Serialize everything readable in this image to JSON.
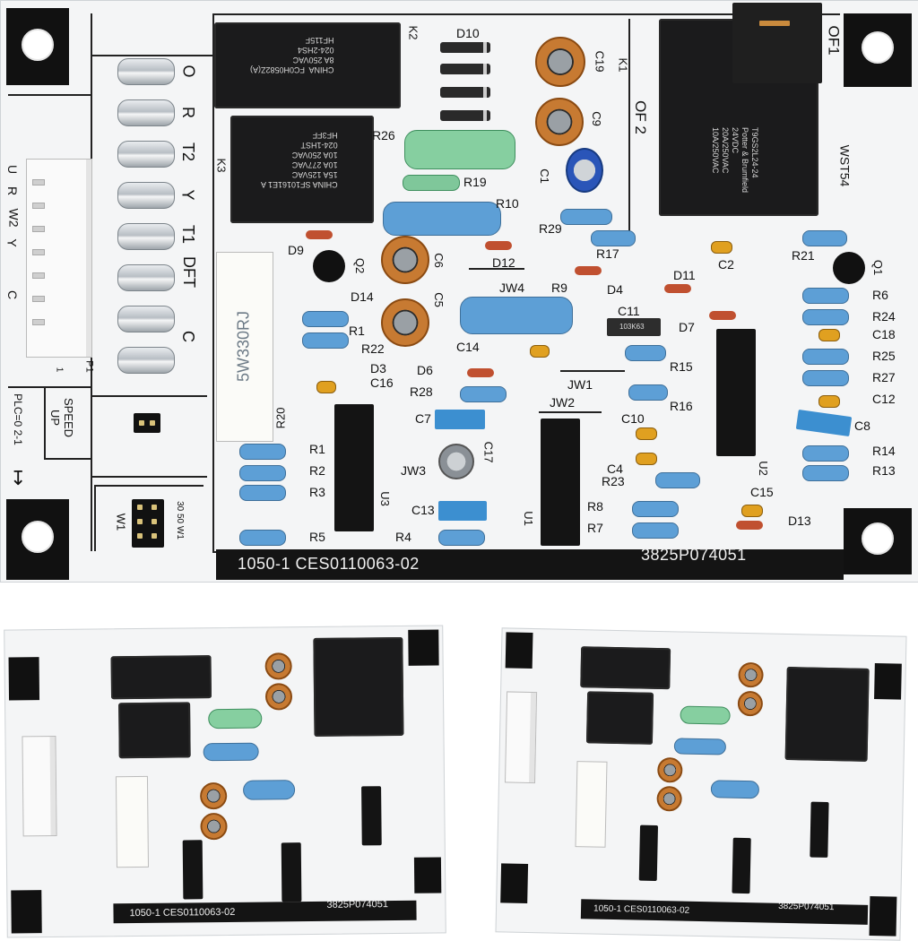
{
  "main_board": {
    "terminal_labels": [
      "O",
      "R",
      "T2",
      "Y",
      "T1",
      "DFT",
      "C"
    ],
    "connector_labels": [
      "U",
      "R",
      "W2",
      "Y",
      "C"
    ],
    "connector_id": "P1",
    "connector_pin1": "1",
    "plc_label": "PLC=0  2-1",
    "speed_up_label": "SPEED UP",
    "w1_label": "W1",
    "w1_options": "30 50 W1",
    "bar_left_text": "1050-1  CES0110063-02",
    "bar_right_text": "3825P074051",
    "board_id": "WST54",
    "of1_label": "OF1",
    "of2_label": "OF 2",
    "k1_label": "K1",
    "k2_label": "K2",
    "k3_label": "K3",
    "relay_k2_text": "CHINA  FC0H0582Z(A)\n8A 250VAC\n024-2HS4\nHF115F",
    "relay_k3_text": "CHINA SF10161E1 A\n15A 125VAC\n10A 277VAC\n10A 250VAC\n024-1HST\nHF3FF",
    "relay_k1_text": "T9GS2L24-24\nPotter & Brumfield\n24VDC\n20A/250VAC\n10A/250VAC",
    "power_resistor_text": "5W330RJ",
    "component_labels": {
      "D10": "D10",
      "R26": "R26",
      "R19": "R19",
      "R10": "R10",
      "D9": "D9",
      "D12": "D12",
      "R29": "R29",
      "R17": "R17",
      "D4": "D4",
      "D11": "D11",
      "C2": "C2",
      "R21": "R21",
      "Q1": "Q1",
      "Q2": "Q2",
      "D14": "D14",
      "R1": "R1",
      "R22": "R22",
      "D3": "D3",
      "C16": "C16",
      "JW4": "JW4",
      "R9": "R9",
      "C11": "C11",
      "D7": "D7",
      "C14": "C14",
      "D6": "D6",
      "R15": "R15",
      "R28": "R28",
      "JW1": "JW1",
      "R16": "R16",
      "C7": "C7",
      "JW2": "JW2",
      "C10": "C10",
      "C17": "C17",
      "C4": "C4",
      "R23": "R23",
      "JW3": "JW3",
      "C13": "C13",
      "R4": "R4",
      "R8": "R8",
      "R7": "R7",
      "C15": "C15",
      "D13": "D13",
      "R20": "R20",
      "R1b": "R1",
      "R2": "R2",
      "R3": "R3",
      "R5": "R5",
      "U1": "U1",
      "U2": "U2",
      "U3": "U3",
      "R6": "R6",
      "R24": "R24",
      "C18": "C18",
      "R25": "R25",
      "R27": "R27",
      "C12": "C12",
      "C8": "C8",
      "R14": "R14",
      "R13": "R13",
      "C1": "C1",
      "C19": "C19",
      "C9": "C9",
      "C6": "C6",
      "C5": "C5",
      "C11_chip": "103K63"
    }
  },
  "colors": {
    "board": "#f4f5f6",
    "silkscreen": "#111111",
    "relay": "#1b1b1c",
    "resistor_blue": "#5d9fd6",
    "resistor_green": "#7fc79a",
    "capacitor_orange": "#c77a32",
    "film_cap_blue": "#3c8fd0"
  }
}
